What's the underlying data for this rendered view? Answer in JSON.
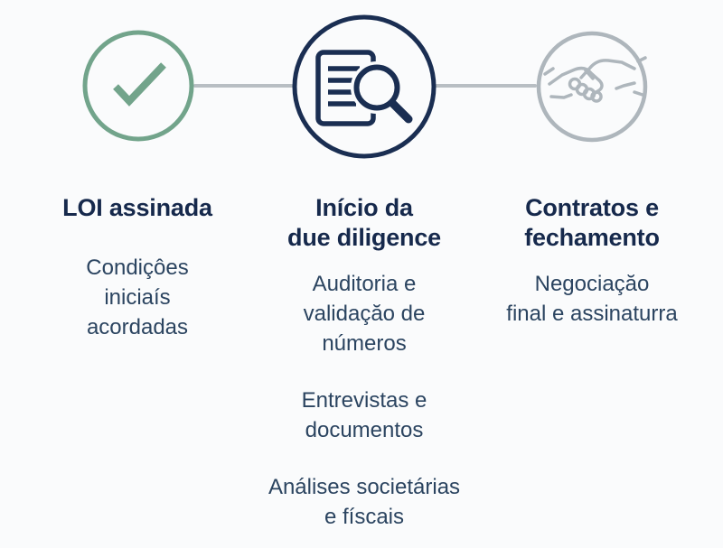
{
  "diagram": {
    "kind": "three-step-process-timeline",
    "background": "#fafbfc",
    "colors": {
      "step1_green": "#72a48b",
      "step2_navy": "#1a2e52",
      "step3_gray": "#aeb6bc",
      "connector_gray": "#b8bec3",
      "title_text": "#16294c",
      "body_text": "#2b4460"
    },
    "steps": [
      {
        "icon": "check-icon",
        "title": "LOI assinada",
        "details": [
          "Condiçôes\niniciaís\nacordadas"
        ]
      },
      {
        "icon": "document-search-icon",
        "title": "Início da\ndue diligence",
        "details": [
          "Auditoria e\nvalidaçăo de\nnúmeros",
          "Entrevistas e\ndocumentos",
          "Análises societárias\ne físcais"
        ]
      },
      {
        "icon": "handshake-icon",
        "title": "Contratos e\nfechamento",
        "details": [
          "Negociaçăo\nfinal e assinaturra"
        ]
      }
    ]
  }
}
